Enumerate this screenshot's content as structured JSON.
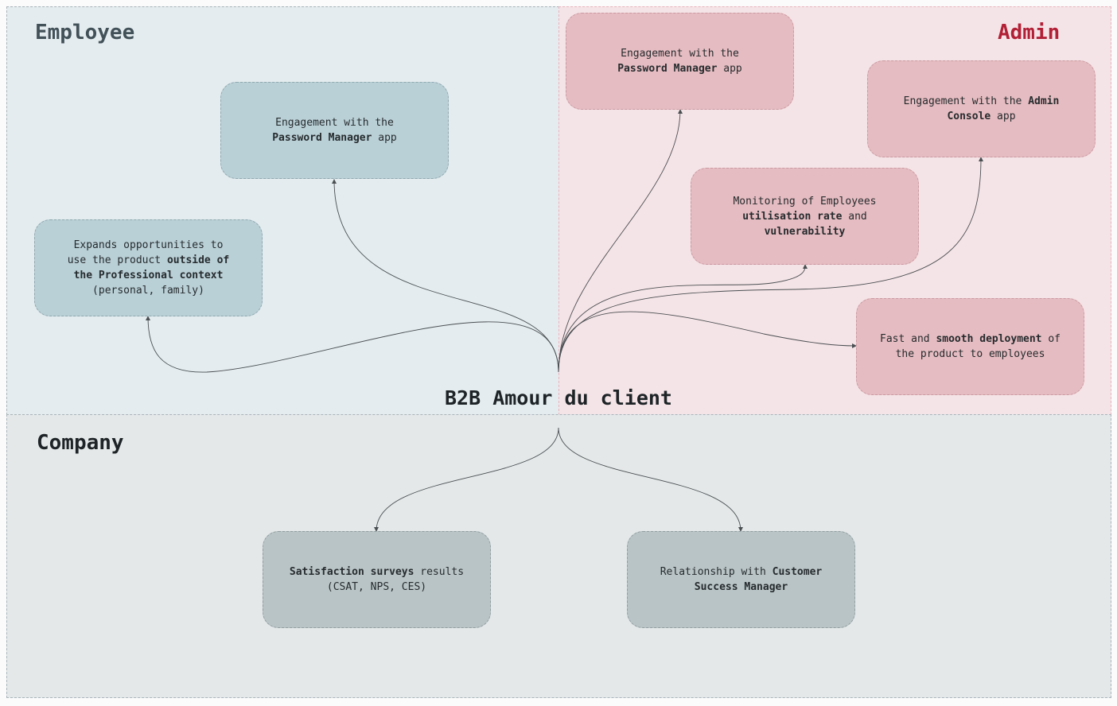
{
  "regions": {
    "employee": "Employee",
    "admin": "Admin",
    "company": "Company"
  },
  "center_label": "B2B Amour du client",
  "cards": {
    "emp_password_manager": {
      "l1a": "Engagement with the",
      "l2a": "Password Manager",
      "l2b": " app"
    },
    "emp_expands": {
      "l1a": "Expands opportunities to",
      "l2a": "use the product ",
      "l2b": "outside of",
      "l3a": "the Professional context",
      "l4a": "(personal, family)"
    },
    "adm_password_manager": {
      "l1a": "Engagement with the",
      "l2a": "Password Manager",
      "l2b": " app"
    },
    "adm_admin_console": {
      "l1a": "Engagement with the ",
      "l1b": "Admin",
      "l2a": "Console",
      "l2b": " app"
    },
    "adm_monitoring": {
      "l1a": "Monitoring of Employees",
      "l2a": "utilisation rate",
      "l2b": " and",
      "l3a": "vulnerability"
    },
    "adm_deployment": {
      "l1a": "Fast and ",
      "l1b": "smooth deployment",
      "l1c": " of",
      "l2a": "the product to employees"
    },
    "co_surveys": {
      "l1a": "Satisfaction surveys",
      "l1b": " results",
      "l2a": "(CSAT, NPS, CES)"
    },
    "co_csm": {
      "l1a": "Relationship with ",
      "l1b": "Customer",
      "l2a": "Success Manager"
    }
  },
  "colors": {
    "employee_bg": "#e4ecef",
    "admin_bg": "#f5e4e7",
    "company_bg": "#e4e8e9",
    "admin_title": "#b22036",
    "connector": "#4a4f52"
  }
}
